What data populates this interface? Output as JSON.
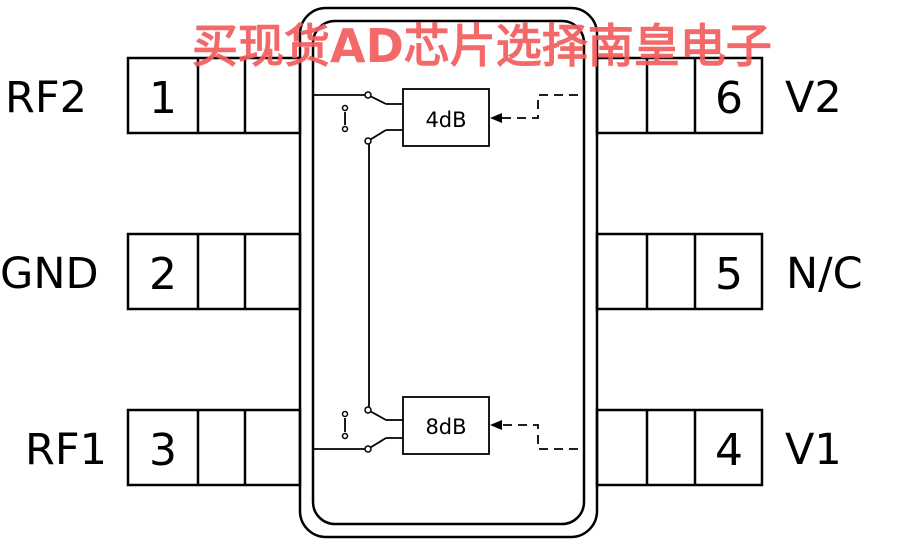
{
  "watermark": {
    "text": "买现货AD芯片选择南皇电子",
    "color": "#f25c5c"
  },
  "pins": {
    "p1": {
      "number": "1",
      "name": "RF2"
    },
    "p2": {
      "number": "2",
      "name": "GND"
    },
    "p3": {
      "number": "3",
      "name": "RF1"
    },
    "p4": {
      "number": "4",
      "name": "V1"
    },
    "p5": {
      "number": "5",
      "name": "N/C"
    },
    "p6": {
      "number": "6",
      "name": "V2"
    }
  },
  "blocks": {
    "top": "4dB",
    "bottom": "8dB"
  },
  "colors": {
    "line": "#000000",
    "background": "#ffffff"
  }
}
